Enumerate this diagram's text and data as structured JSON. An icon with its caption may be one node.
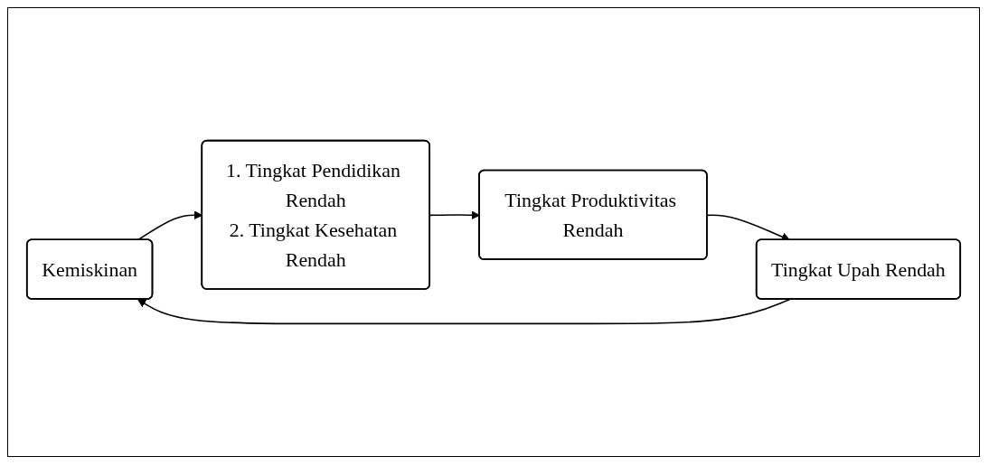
{
  "diagram": {
    "nodes": [
      {
        "text": [
          "Kemiskinan"
        ]
      },
      {
        "text": [
          "1. Tingkat Pendidikan Rendah",
          "2. Tingkat Kesehatan Rendah"
        ]
      },
      {
        "text": [
          "Tingkat Produktivitas Rendah"
        ]
      },
      {
        "text": [
          "Tingkat Upah Rendah"
        ]
      }
    ],
    "edges": [
      {
        "from": 0,
        "to": 1,
        "arrow": "to"
      },
      {
        "from": 1,
        "to": 2,
        "arrow": "to"
      },
      {
        "from": 2,
        "to": 3,
        "arrow": "to"
      },
      {
        "from": 3,
        "to": 0,
        "arrow": "to"
      }
    ]
  }
}
